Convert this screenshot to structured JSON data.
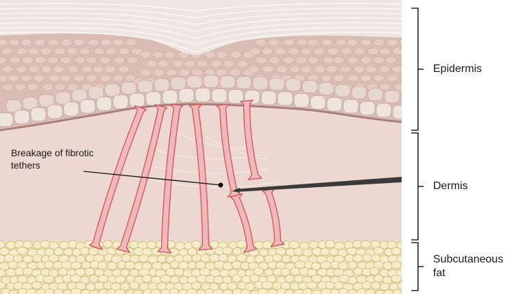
{
  "annotation": {
    "line1": "Breakage of fibrotic",
    "line2": "tethers"
  },
  "layers": {
    "epidermis": "Epidermis",
    "dermis": "Dermis",
    "subcutaneous_line1": "Subcutaneous",
    "subcutaneous_line2": "fat"
  },
  "colors": {
    "stratum_corneum": "#efe6e2",
    "epidermis": "#d9bdb4",
    "basal_cells": "#eee4dc",
    "basement_line": "#a57f78",
    "dermis": "#ecd7d1",
    "tether_fill": "#f0b9b9",
    "tether_stroke": "#d94c58",
    "fat_cell": "#f6edc8",
    "fat_stroke": "#c9b77c",
    "needle": "#3a3a3a",
    "bracket": "#222222"
  },
  "icons": [
    "needle-icon",
    "bracket-icon"
  ]
}
